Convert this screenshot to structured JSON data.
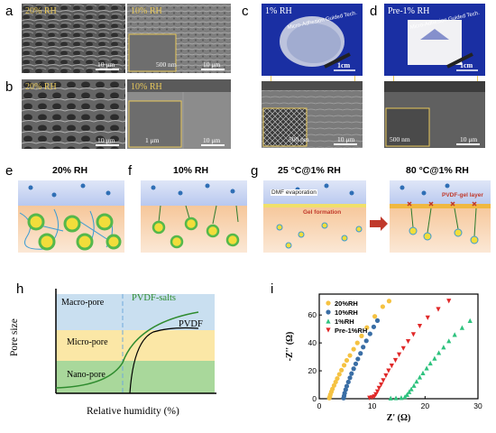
{
  "panel_labels": {
    "a": "a",
    "b": "b",
    "c": "c",
    "d": "d",
    "e": "e",
    "f": "f",
    "g": "g",
    "h": "h",
    "i": "i"
  },
  "sem_a": {
    "left_label": "20% RH",
    "left_scale": "10 μm",
    "right_label": "10% RH",
    "right_inset_scale": "500 nm",
    "right_scale": "10 μm"
  },
  "sem_b": {
    "left_label": "20% RH",
    "left_scale": "10 μm",
    "right_label": "10% RH",
    "right_inset_scale": "1 μm",
    "right_scale": "10 μm"
  },
  "photo_c": {
    "label": "1% RH",
    "scale": "1cm",
    "arc_text": "Micro-Adhesion Guided Tech.",
    "bottom_inset_scale": "500 nm",
    "bottom_scale": "10 μm"
  },
  "photo_d": {
    "label": "Pre-1% RH",
    "scale": "1cm",
    "arc_text": "Micro-Adhesion Guided Tech.",
    "bottom_inset_scale": "500 nm",
    "bottom_scale": "10 μm"
  },
  "schematics": {
    "e_title": "20% RH",
    "f_title": "10% RH",
    "g_title": "25 °C@1% RH",
    "g2_title": "80 °C@1% RH",
    "dmf_label": "DMF evaporation",
    "gel_label": "Gel formation",
    "pvdf_gel_label": "PVDF-gel layer"
  },
  "panel_h": {
    "ylabel": "Pore size",
    "xlabel": "Relative humidity (%)",
    "zones": [
      "Macro-pore",
      "Micro-pore",
      "Nano-pore"
    ],
    "curve_labels": [
      "PVDF-salts",
      "PVDF"
    ],
    "colors": {
      "macro": "#c9dff0",
      "micro": "#fbe7a6",
      "nano": "#a9d89b",
      "salts_curve": "#2e8b2e",
      "pvdf_curve": "#000000"
    }
  },
  "chart_data": {
    "type": "scatter",
    "xlabel": "Z' (Ω)",
    "ylabel": "-Z'' (Ω)",
    "xlim": [
      0,
      30
    ],
    "ylim": [
      0,
      75
    ],
    "xticks": [
      0,
      10,
      20,
      30
    ],
    "yticks": [
      0,
      20,
      40,
      60
    ],
    "legend_position": "top-left",
    "series": [
      {
        "name": "20%RH",
        "marker": "circle",
        "color": "#f5c242",
        "points": [
          [
            1.9,
            0.5
          ],
          [
            2.0,
            1.5
          ],
          [
            2.1,
            3
          ],
          [
            2.3,
            5
          ],
          [
            2.5,
            7
          ],
          [
            2.8,
            9.5
          ],
          [
            3.1,
            12
          ],
          [
            3.4,
            14.5
          ],
          [
            3.8,
            17.5
          ],
          [
            4.2,
            20.5
          ],
          [
            4.7,
            24
          ],
          [
            5.2,
            27.5
          ],
          [
            5.8,
            31
          ],
          [
            6.5,
            35.5
          ],
          [
            7.2,
            40
          ],
          [
            8.0,
            45
          ],
          [
            9.0,
            51
          ],
          [
            10.5,
            59
          ],
          [
            12.0,
            66
          ],
          [
            13.2,
            70
          ]
        ]
      },
      {
        "name": "10%RH",
        "marker": "circle",
        "color": "#3a6ea5",
        "points": [
          [
            4.6,
            0.5
          ],
          [
            4.7,
            2
          ],
          [
            4.8,
            4
          ],
          [
            5.0,
            6.5
          ],
          [
            5.2,
            9
          ],
          [
            5.5,
            12
          ],
          [
            5.8,
            15
          ],
          [
            6.1,
            18
          ],
          [
            6.5,
            21.5
          ],
          [
            6.9,
            25
          ],
          [
            7.3,
            28.5
          ],
          [
            7.8,
            32.5
          ],
          [
            8.3,
            37
          ],
          [
            8.9,
            41.5
          ],
          [
            9.6,
            46.5
          ],
          [
            10.3,
            51.5
          ],
          [
            11.0,
            56
          ]
        ]
      },
      {
        "name": "1%RH",
        "marker": "triangle-up",
        "color": "#2ec27e",
        "points": [
          [
            13.5,
            0.5
          ],
          [
            14.5,
            0.6
          ],
          [
            15.5,
            0.8
          ],
          [
            16.2,
            1.5
          ],
          [
            16.6,
            3
          ],
          [
            17.0,
            5
          ],
          [
            17.4,
            7
          ],
          [
            17.9,
            9.5
          ],
          [
            18.4,
            12.5
          ],
          [
            19.0,
            15.5
          ],
          [
            19.6,
            18.5
          ],
          [
            20.3,
            22
          ],
          [
            21.0,
            25.5
          ],
          [
            21.8,
            29
          ],
          [
            22.6,
            33
          ],
          [
            23.5,
            37
          ],
          [
            24.5,
            41.5
          ],
          [
            25.6,
            46
          ],
          [
            27.0,
            51
          ],
          [
            28.5,
            56
          ]
        ]
      },
      {
        "name": "Pre-1%RH",
        "marker": "triangle-down",
        "color": "#e02828",
        "points": [
          [
            9.5,
            0.5
          ],
          [
            10.0,
            0.8
          ],
          [
            10.4,
            1.5
          ],
          [
            10.7,
            3
          ],
          [
            11.0,
            5
          ],
          [
            11.3,
            7.5
          ],
          [
            11.7,
            10
          ],
          [
            12.1,
            13
          ],
          [
            12.6,
            16.5
          ],
          [
            13.1,
            20
          ],
          [
            13.7,
            23.5
          ],
          [
            14.4,
            27.5
          ],
          [
            15.1,
            31.5
          ],
          [
            15.9,
            36
          ],
          [
            16.8,
            41
          ],
          [
            17.8,
            46
          ],
          [
            19.0,
            52
          ],
          [
            20.5,
            58
          ],
          [
            22.5,
            64
          ],
          [
            24.5,
            70
          ]
        ]
      }
    ]
  }
}
